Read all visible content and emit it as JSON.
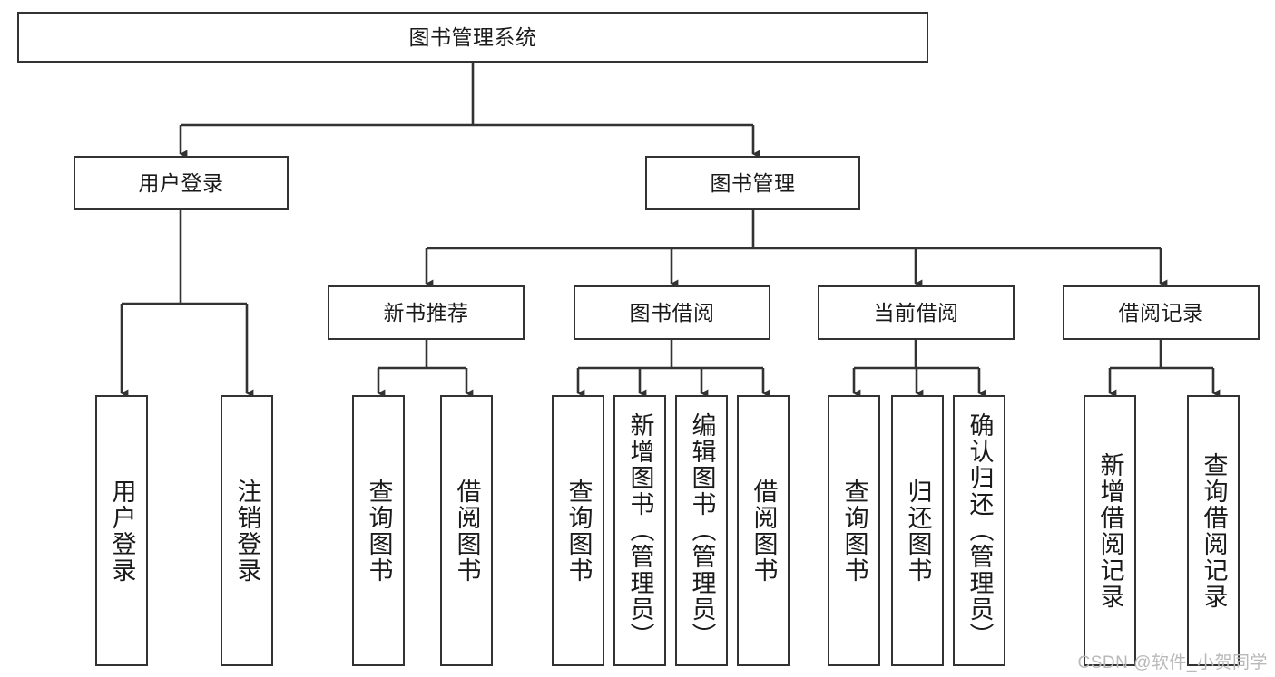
{
  "diagram": {
    "type": "tree",
    "title": "图书管理系统",
    "orientation": "top-down",
    "colors": {
      "node_border": "#333333",
      "node_fill": "#ffffff",
      "connector": "#333333",
      "text": "#1a1a1a",
      "watermark": "#b9b9b9",
      "background": "#ffffff"
    },
    "watermark": "CSDN @软件_小贺同学",
    "levels": {
      "level0": [
        "图书管理系统"
      ],
      "level1": [
        "用户登录",
        "图书管理"
      ],
      "level2": [
        "新书推荐",
        "图书借阅",
        "当前借阅",
        "借阅记录"
      ],
      "level3": [
        "用户登录",
        "注销登录",
        "查询图书",
        "借阅图书",
        "查询图书",
        "新增图书（管理员）",
        "编辑图书（管理员）",
        "借阅图书",
        "查询图书",
        "归还图书",
        "确认归还（管理员）",
        "新增借阅记录",
        "查询借阅记录"
      ]
    },
    "nodes": {
      "root": {
        "label": "图书管理系统"
      },
      "user_login": {
        "label": "用户登录"
      },
      "book_manage": {
        "label": "图书管理"
      },
      "new_book_rec": {
        "label": "新书推荐"
      },
      "book_borrow": {
        "label": "图书借阅"
      },
      "current_borrow": {
        "label": "当前借阅"
      },
      "borrow_record": {
        "label": "借阅记录"
      },
      "leaf_user_login": {
        "label": "用户登录"
      },
      "leaf_user_logout": {
        "label": "注销登录"
      },
      "leaf_nbr_query": {
        "label": "查询图书"
      },
      "leaf_nbr_borrow": {
        "label": "借阅图书"
      },
      "leaf_bb_query": {
        "label": "查询图书"
      },
      "leaf_bb_add": {
        "label": "新增图书（管理员）"
      },
      "leaf_bb_edit": {
        "label": "编辑图书（管理员）"
      },
      "leaf_bb_borrow": {
        "label": "借阅图书"
      },
      "leaf_cb_query": {
        "label": "查询图书"
      },
      "leaf_cb_return": {
        "label": "归还图书"
      },
      "leaf_cb_confirm": {
        "label": "确认归还（管理员）"
      },
      "leaf_br_add": {
        "label": "新增借阅记录"
      },
      "leaf_br_query": {
        "label": "查询借阅记录"
      }
    },
    "edges": [
      {
        "from": "root",
        "to": "user_login"
      },
      {
        "from": "root",
        "to": "book_manage"
      },
      {
        "from": "user_login",
        "to": "leaf_user_login"
      },
      {
        "from": "user_login",
        "to": "leaf_user_logout"
      },
      {
        "from": "book_manage",
        "to": "new_book_rec"
      },
      {
        "from": "book_manage",
        "to": "book_borrow"
      },
      {
        "from": "book_manage",
        "to": "current_borrow"
      },
      {
        "from": "book_manage",
        "to": "borrow_record"
      },
      {
        "from": "new_book_rec",
        "to": "leaf_nbr_query"
      },
      {
        "from": "new_book_rec",
        "to": "leaf_nbr_borrow"
      },
      {
        "from": "book_borrow",
        "to": "leaf_bb_query"
      },
      {
        "from": "book_borrow",
        "to": "leaf_bb_add"
      },
      {
        "from": "book_borrow",
        "to": "leaf_bb_edit"
      },
      {
        "from": "book_borrow",
        "to": "leaf_bb_borrow"
      },
      {
        "from": "current_borrow",
        "to": "leaf_cb_query"
      },
      {
        "from": "current_borrow",
        "to": "leaf_cb_return"
      },
      {
        "from": "current_borrow",
        "to": "leaf_cb_confirm"
      },
      {
        "from": "borrow_record",
        "to": "leaf_br_add"
      },
      {
        "from": "borrow_record",
        "to": "leaf_br_query"
      }
    ]
  }
}
